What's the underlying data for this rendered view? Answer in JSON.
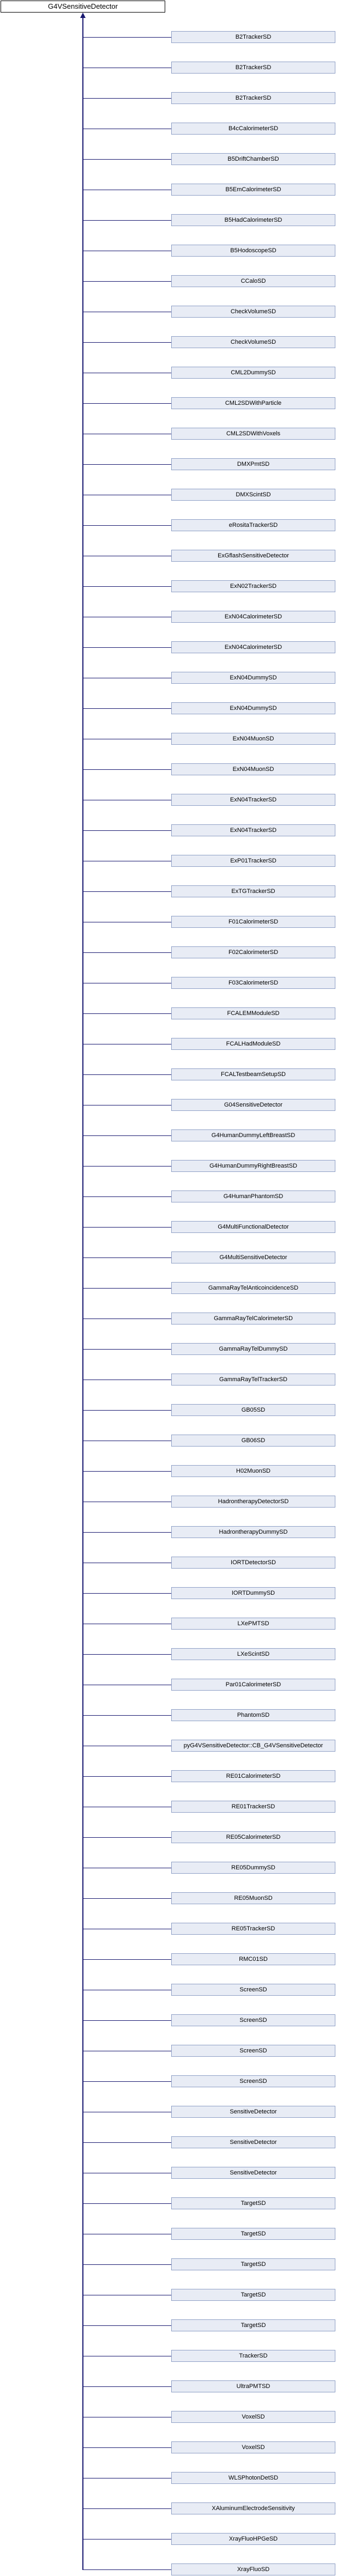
{
  "diagram": {
    "root_label": "G4VSensitiveDetector",
    "children": [
      "B2TrackerSD",
      "B2TrackerSD",
      "B2TrackerSD",
      "B4cCalorimeterSD",
      "B5DriftChamberSD",
      "B5EmCalorimeterSD",
      "B5HadCalorimeterSD",
      "B5HodoscopeSD",
      "CCaloSD",
      "CheckVolumeSD",
      "CheckVolumeSD",
      "CML2DummySD",
      "CML2SDWithParticle",
      "CML2SDWithVoxels",
      "DMXPmtSD",
      "DMXScintSD",
      "eRositaTrackerSD",
      "ExGflashSensitiveDetector",
      "ExN02TrackerSD",
      "ExN04CalorimeterSD",
      "ExN04CalorimeterSD",
      "ExN04DummySD",
      "ExN04DummySD",
      "ExN04MuonSD",
      "ExN04MuonSD",
      "ExN04TrackerSD",
      "ExN04TrackerSD",
      "ExP01TrackerSD",
      "ExTGTrackerSD",
      "F01CalorimeterSD",
      "F02CalorimeterSD",
      "F03CalorimeterSD",
      "FCALEMModuleSD",
      "FCALHadModuleSD",
      "FCALTestbeamSetupSD",
      "G04SensitiveDetector",
      "G4HumanDummyLeftBreastSD",
      "G4HumanDummyRightBreastSD",
      "G4HumanPhantomSD",
      "G4MultiFunctionalDetector",
      "G4MultiSensitiveDetector",
      "GammaRayTelAnticoincidenceSD",
      "GammaRayTelCalorimeterSD",
      "GammaRayTelDummySD",
      "GammaRayTelTrackerSD",
      "GB05SD",
      "GB06SD",
      "H02MuonSD",
      "HadrontherapyDetectorSD",
      "HadrontherapyDummySD",
      "IORTDetectorSD",
      "IORTDummySD",
      "LXePMTSD",
      "LXeScintSD",
      "Par01CalorimeterSD",
      "PhantomSD",
      "pyG4VSensitiveDetector::CB_G4VSensitiveDetector",
      "RE01CalorimeterSD",
      "RE01TrackerSD",
      "RE05CalorimeterSD",
      "RE05DummySD",
      "RE05MuonSD",
      "RE05TrackerSD",
      "RMC01SD",
      "ScreenSD",
      "ScreenSD",
      "ScreenSD",
      "ScreenSD",
      "SensitiveDetector",
      "SensitiveDetector",
      "SensitiveDetector",
      "TargetSD",
      "TargetSD",
      "TargetSD",
      "TargetSD",
      "TargetSD",
      "TrackerSD",
      "UltraPMTSD",
      "VoxelSD",
      "VoxelSD",
      "WLSPhotonDetSD",
      "XAluminumElectrodeSensitivity",
      "XrayFluoHPGeSD",
      "XrayFluoSD"
    ],
    "colors": {
      "edge": "#191970",
      "node_fill": "#E8ECF5",
      "node_border": "#8FA0C6",
      "root_fill": "#FFFFFF",
      "root_border": "#000000",
      "text": "#000000"
    }
  }
}
